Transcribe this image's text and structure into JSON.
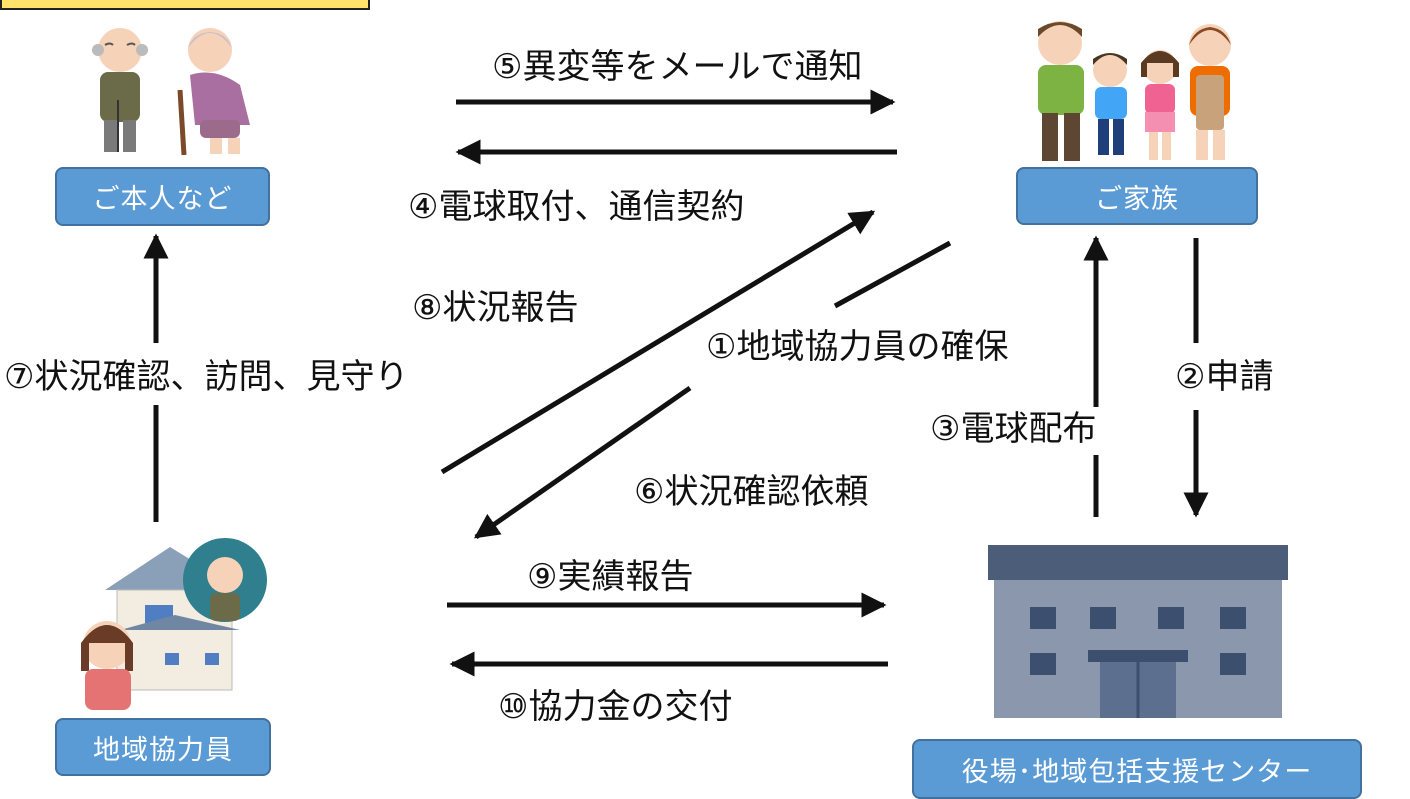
{
  "nodes": {
    "person": "ご本人など",
    "family": "ご家族",
    "helper": "地域協力員",
    "office": "役場･地域包括支援センター"
  },
  "steps": {
    "s1": "①地域協力員の確保",
    "s2": "②申請",
    "s3": "③電球配布",
    "s4": "④電球取付、通信契約",
    "s5": "⑤異変等をメールで通知",
    "s6": "⑥状況確認依頼",
    "s7": "⑦状況確認、訪問、見守り",
    "s8": "⑧状況報告",
    "s9": "⑨実績報告",
    "s10": "⑩協力金の交付"
  },
  "colors": {
    "node_fill": "#5b9bd5",
    "node_border": "#41719c",
    "header_tab": "#ffe36b"
  }
}
